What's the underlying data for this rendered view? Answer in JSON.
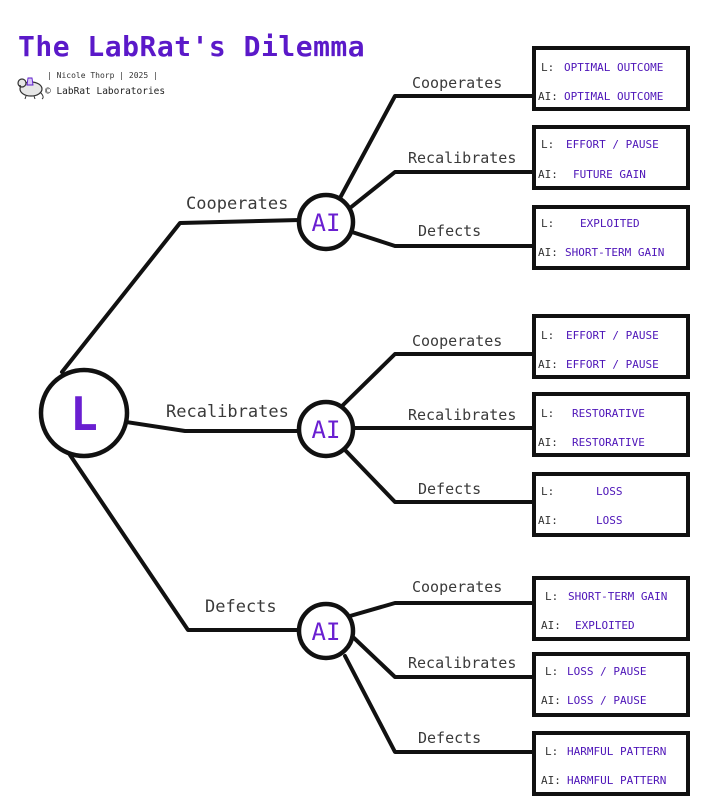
{
  "header": {
    "title": "The LabRat's Dilemma",
    "byline": "| Nicole Thorp | 2025 |",
    "copyright": "© LabRat Laboratories",
    "logo_icon": "lab-rat-icon"
  },
  "colors": {
    "accent": "#5b19c9",
    "line": "#111111",
    "edge_text": "#3a3a3a"
  },
  "tree": {
    "root": {
      "label": "L"
    },
    "branches": [
      {
        "label": "Cooperates",
        "node": "AI",
        "children": [
          {
            "label": "Cooperates",
            "outcome": {
              "l_prefix": "L:",
              "l": "OPTIMAL OUTCOME",
              "ai_prefix": "AI:",
              "ai": "OPTIMAL OUTCOME"
            }
          },
          {
            "label": "Recalibrates",
            "outcome": {
              "l_prefix": "L:",
              "l": "EFFORT / PAUSE",
              "ai_prefix": "AI:",
              "ai": "FUTURE GAIN"
            }
          },
          {
            "label": "Defects",
            "outcome": {
              "l_prefix": "L:",
              "l": "EXPLOITED",
              "ai_prefix": "AI:",
              "ai": "SHORT-TERM GAIN"
            }
          }
        ]
      },
      {
        "label": "Recalibrates",
        "node": "AI",
        "children": [
          {
            "label": "Cooperates",
            "outcome": {
              "l_prefix": "L:",
              "l": "EFFORT / PAUSE",
              "ai_prefix": "AI:",
              "ai": "EFFORT / PAUSE"
            }
          },
          {
            "label": "Recalibrates",
            "outcome": {
              "l_prefix": "L:",
              "l": "RESTORATIVE",
              "ai_prefix": "AI:",
              "ai": "RESTORATIVE"
            }
          },
          {
            "label": "Defects",
            "outcome": {
              "l_prefix": "L:",
              "l": "LOSS",
              "ai_prefix": "AI:",
              "ai": "LOSS"
            }
          }
        ]
      },
      {
        "label": "Defects",
        "node": "AI",
        "children": [
          {
            "label": "Cooperates",
            "outcome": {
              "l_prefix": "L:",
              "l": "SHORT-TERM GAIN",
              "ai_prefix": "AI:",
              "ai": "EXPLOITED"
            }
          },
          {
            "label": "Recalibrates",
            "outcome": {
              "l_prefix": "L:",
              "l": "LOSS / PAUSE",
              "ai_prefix": "AI:",
              "ai": "LOSS / PAUSE"
            }
          },
          {
            "label": "Defects",
            "outcome": {
              "l_prefix": "L:",
              "l": "HARMFUL PATTERN",
              "ai_prefix": "AI:",
              "ai": "HARMFUL PATTERN"
            }
          }
        ]
      }
    ]
  }
}
